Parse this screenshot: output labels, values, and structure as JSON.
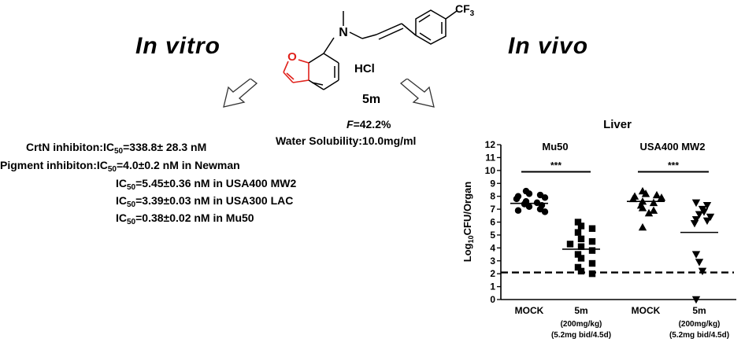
{
  "in_vitro_title": "In vitro",
  "in_vivo_title": "In vivo",
  "molecule": {
    "atom_n": "N",
    "group_cf3": "CF",
    "group_cf3_sub": "3",
    "atom_o": "O",
    "salt": "HCl",
    "name": "5m",
    "ring_highlight_color": "#e0211b"
  },
  "properties": {
    "f_label": "F",
    "f_value": "=42.2%",
    "solubility": "Water Solubility:10.0mg/ml"
  },
  "in_vitro_results": [
    {
      "prefix": "CrtN inhibiton:",
      "ic": "IC",
      "sub": "50",
      "value": "=338.8± 28.3 nM"
    },
    {
      "prefix": "Pigment inhibiton:",
      "ic": "IC",
      "sub": "50",
      "value": "=4.0±0.2 nM in Newman"
    },
    {
      "prefix": "",
      "ic": "IC",
      "sub": "50",
      "value": "=5.45±0.36 nM in USA400 MW2"
    },
    {
      "prefix": "",
      "ic": "IC",
      "sub": "50",
      "value": "=3.39±0.03 nM in USA300 LAC"
    },
    {
      "prefix": "",
      "ic": "IC",
      "sub": "50",
      "value": "=0.38±0.02 nM in Mu50"
    }
  ],
  "chart_data": {
    "type": "scatter",
    "title": "Liver",
    "ylabel_prefix": "Log",
    "ylabel_sub": "10",
    "ylabel_suffix": "CFU/Organ",
    "ylim": [
      0,
      12
    ],
    "yticks": [
      "0",
      "1",
      "2",
      "3",
      "4",
      "5",
      "6",
      "7",
      "8",
      "9",
      "10",
      "11",
      "12"
    ],
    "detection_limit": 2.1,
    "group_titles": [
      "Mu50",
      "USA400 MW2"
    ],
    "significance": [
      "***",
      "***"
    ],
    "categories": [
      {
        "label": "MOCK",
        "label2": "",
        "label3": ""
      },
      {
        "label": "5m",
        "label2": "(200mg/kg)",
        "label3": "(5.2mg bid/4.5d)"
      },
      {
        "label": "MOCK",
        "label2": "",
        "label3": ""
      },
      {
        "label": "5m",
        "label2": "(200mg/kg)",
        "label3": "(5.2mg bid/4.5d)"
      }
    ],
    "series": [
      {
        "marker": "circle",
        "mean": 7.45,
        "values": [
          8.4,
          8.2,
          8.1,
          8.0,
          7.9,
          7.8,
          7.6,
          7.5,
          7.4,
          7.3,
          7.2,
          7.0,
          6.9,
          6.8
        ]
      },
      {
        "marker": "square",
        "mean": 3.9,
        "values": [
          6.0,
          5.7,
          5.5,
          5.2,
          4.7,
          4.5,
          4.3,
          4.1,
          3.8,
          3.5,
          3.2,
          2.8,
          2.5,
          2.2,
          2.0
        ]
      },
      {
        "marker": "triangle-up",
        "mean": 7.6,
        "values": [
          8.4,
          8.2,
          8.1,
          8.0,
          7.9,
          7.8,
          7.6,
          7.5,
          7.3,
          7.1,
          6.9,
          6.7,
          5.6
        ]
      },
      {
        "marker": "triangle-down",
        "mean": 5.2,
        "values": [
          7.5,
          7.3,
          7.0,
          6.8,
          6.6,
          6.4,
          6.2,
          6.1,
          5.9,
          3.5,
          2.9,
          2.2,
          0.0
        ]
      }
    ]
  }
}
